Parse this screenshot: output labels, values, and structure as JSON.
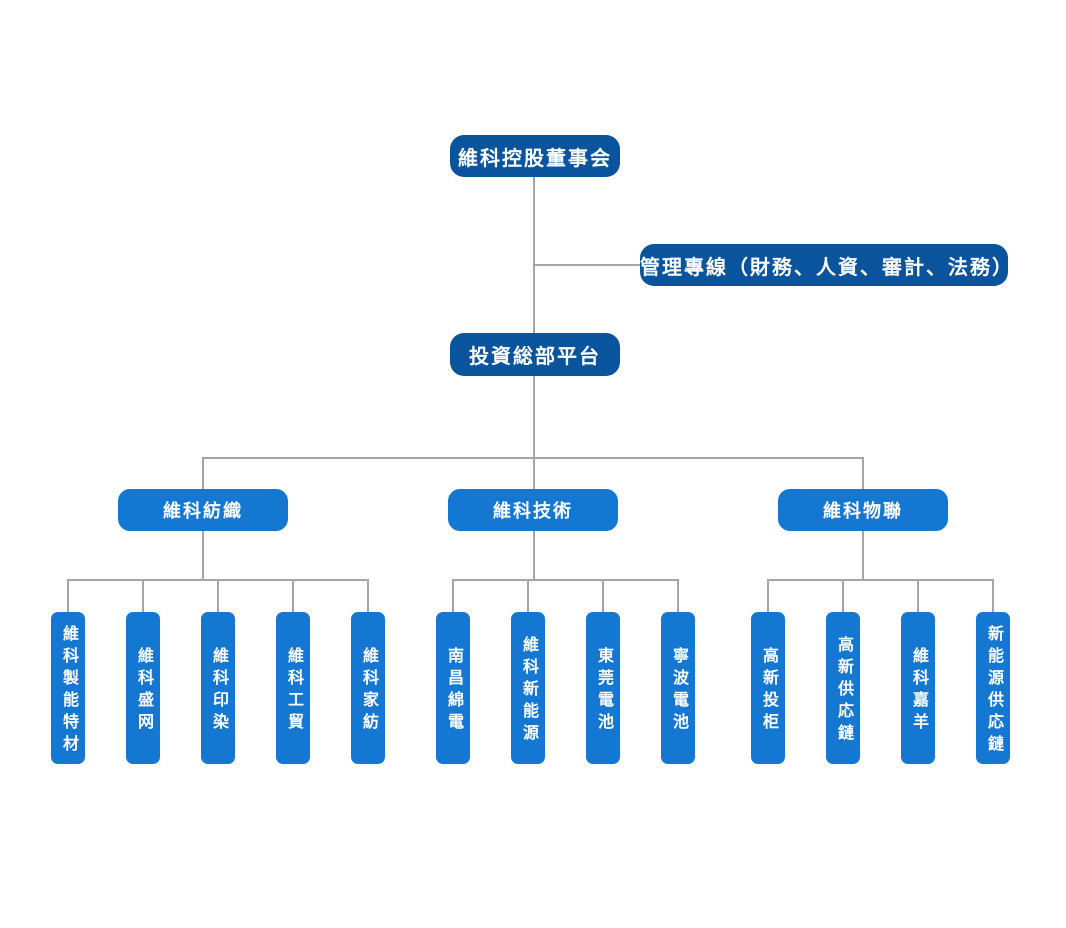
{
  "chart": {
    "type": "org-chart",
    "root": {
      "label": "維科控股董事会"
    },
    "staff": {
      "label": "管理專線（財務、人資、審計、法務）"
    },
    "platform": {
      "label": "投資総部平台"
    },
    "branches": [
      {
        "label": "維科紡織",
        "children": [
          {
            "label": "維科製能特材"
          },
          {
            "label": "維科盛网"
          },
          {
            "label": "維科印染"
          },
          {
            "label": "維科工貿"
          },
          {
            "label": "維科家紡"
          }
        ]
      },
      {
        "label": "維科技術",
        "children": [
          {
            "label": "南昌綿電"
          },
          {
            "label": "維科新能源"
          },
          {
            "label": "東莞電池"
          },
          {
            "label": "寧波電池"
          }
        ]
      },
      {
        "label": "維科物聯",
        "children": [
          {
            "label": "高新投柜"
          },
          {
            "label": "高新供応鏈"
          },
          {
            "label": "維科嘉羊"
          },
          {
            "label": "新能源供応鏈"
          }
        ]
      }
    ],
    "colors": {
      "level1_fill": "#0a549e",
      "level2_fill": "#1477d2",
      "connector": "#a5a5a5",
      "text": "#ffffff",
      "background": "#ffffff"
    }
  }
}
